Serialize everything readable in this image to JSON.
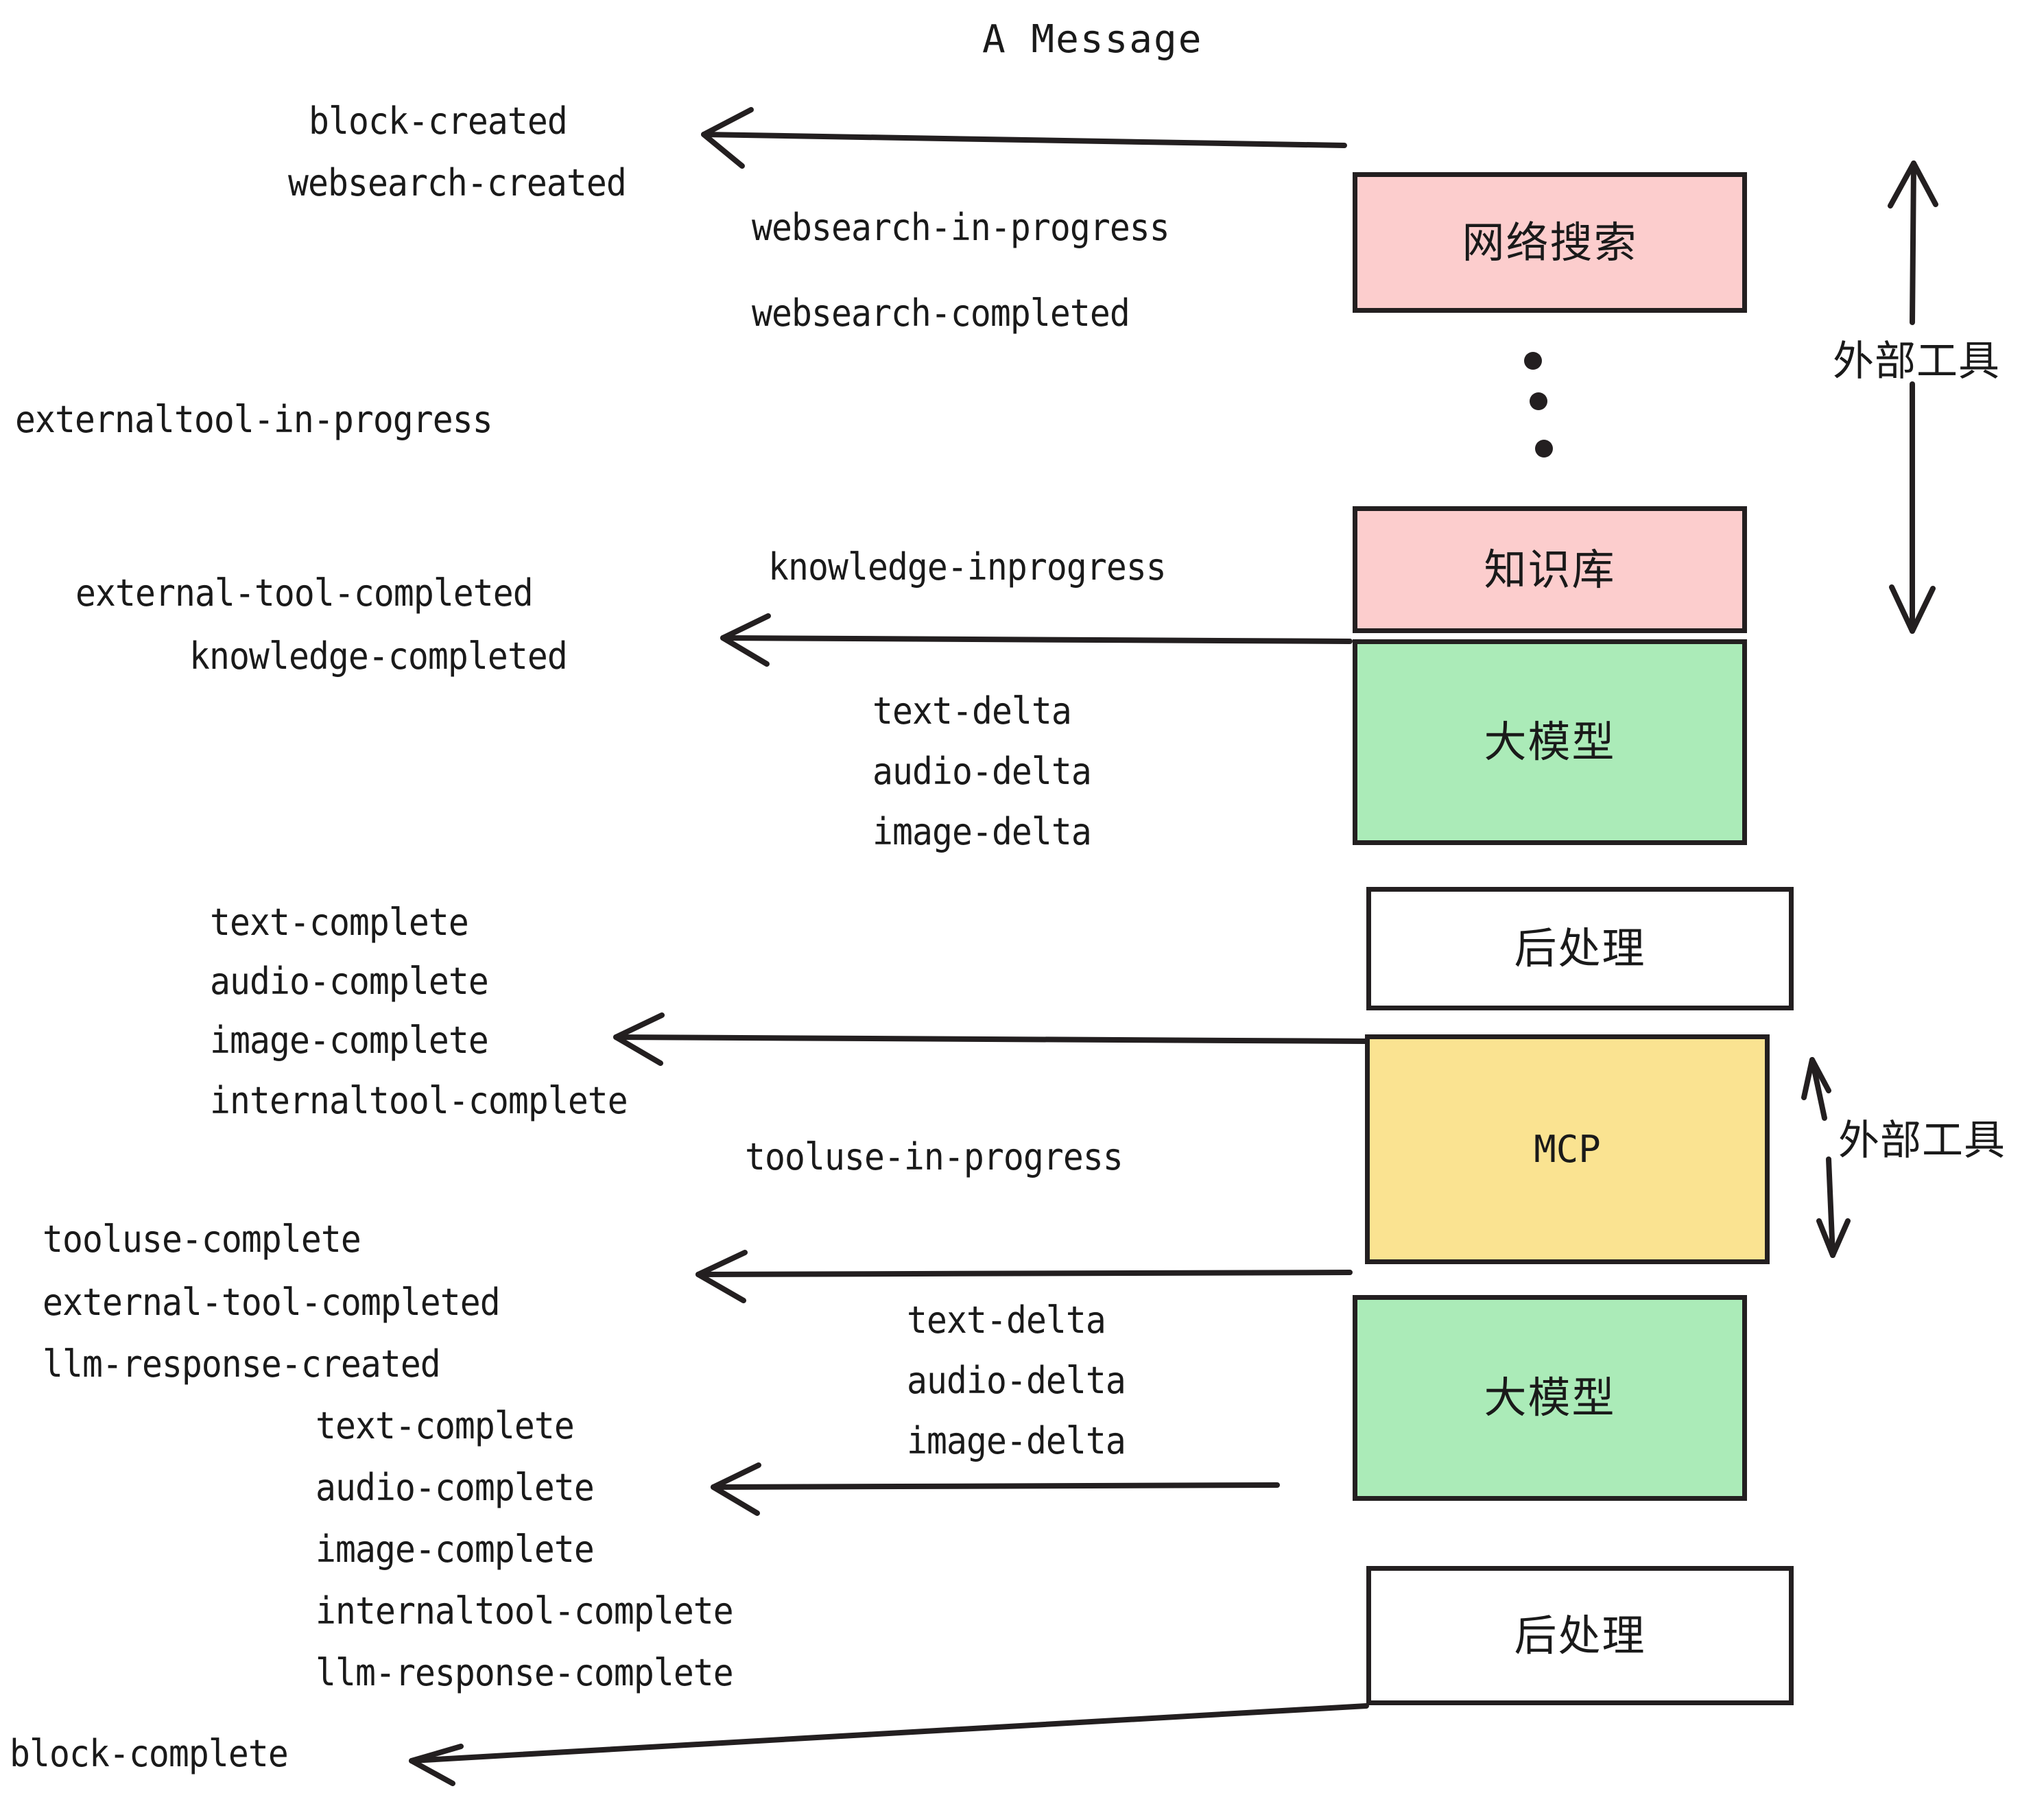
{
  "title": "A Message",
  "colors": {
    "pink": "#FCCDCD",
    "green": "#ABEBB8",
    "yellow": "#FAE391",
    "white": "#FFFFFF",
    "stroke": "#231F20",
    "text": "#1A1A1A"
  },
  "nodes": [
    {
      "label": "网络搜索",
      "fill": "#FCCDCD",
      "mono": false
    },
    {
      "label": "知识库",
      "fill": "#FCCDCD",
      "mono": false
    },
    {
      "label": "大模型",
      "fill": "#ABEBB8",
      "mono": false
    },
    {
      "label": "后处理",
      "fill": "#FFFFFF",
      "mono": false
    },
    {
      "label": "MCP",
      "fill": "#FAE391",
      "mono": true
    },
    {
      "label": "大模型",
      "fill": "#ABEBB8",
      "mono": false
    },
    {
      "label": "后处理",
      "fill": "#FFFFFF",
      "mono": false
    }
  ],
  "side_labels": [
    {
      "text": "外部工具"
    },
    {
      "text": "外部工具"
    }
  ],
  "events": [
    {
      "text": "block-created"
    },
    {
      "text": "websearch-created"
    },
    {
      "text": "websearch-in-progress"
    },
    {
      "text": "websearch-completed"
    },
    {
      "text": "externaltool-in-progress"
    },
    {
      "text": "knowledge-inprogress"
    },
    {
      "text": "external-tool-completed"
    },
    {
      "text": "knowledge-completed"
    },
    {
      "text": "text-delta"
    },
    {
      "text": "audio-delta"
    },
    {
      "text": "image-delta"
    },
    {
      "text": "text-complete"
    },
    {
      "text": "audio-complete"
    },
    {
      "text": "image-complete"
    },
    {
      "text": "internaltool-complete"
    },
    {
      "text": "tooluse-in-progress"
    },
    {
      "text": "tooluse-complete"
    },
    {
      "text": "external-tool-completed"
    },
    {
      "text": "llm-response-created"
    },
    {
      "text": "text-complete"
    },
    {
      "text": "audio-complete"
    },
    {
      "text": "image-complete"
    },
    {
      "text": "internaltool-complete"
    },
    {
      "text": "llm-response-complete"
    },
    {
      "text": "block-complete"
    },
    {
      "text": "text-delta"
    },
    {
      "text": "audio-delta"
    },
    {
      "text": "image-delta"
    }
  ],
  "ellipsis": {
    "dots": 3
  }
}
